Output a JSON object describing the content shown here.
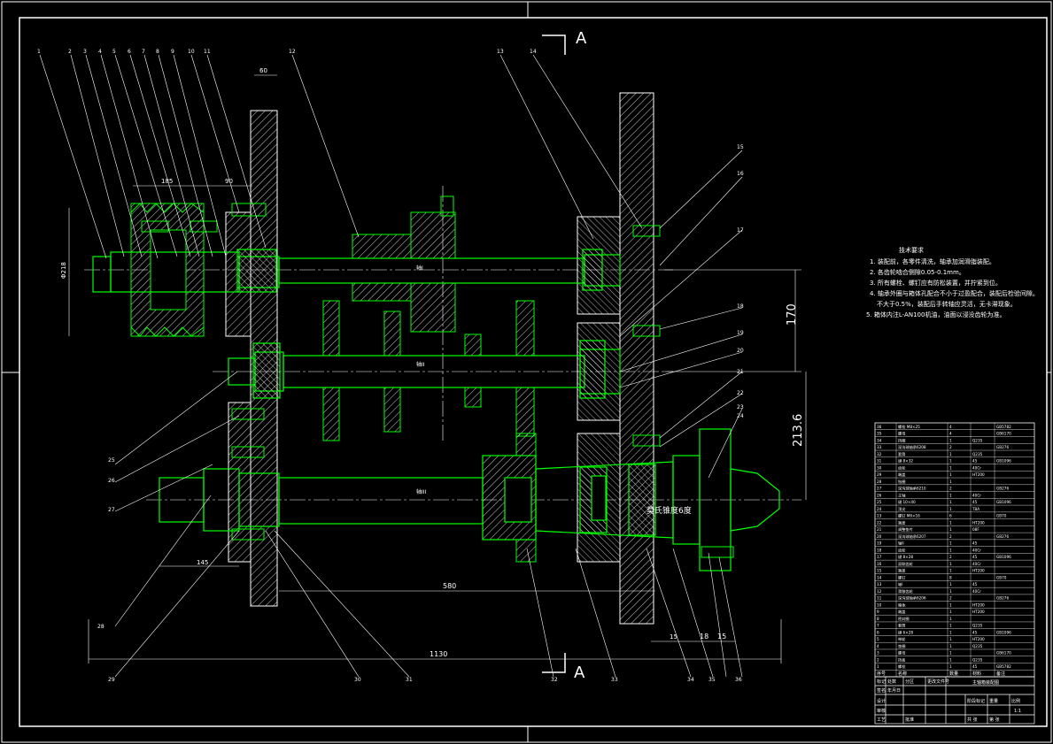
{
  "section_marks": {
    "top": "A",
    "bottom": "A"
  },
  "dimensions": {
    "d1": "170",
    "d2": "213.6",
    "d3": "580",
    "d4": "1130",
    "d5": "18",
    "d6": "15",
    "d7": "60",
    "d8": "185",
    "d9": "90",
    "d10": "Φ218",
    "d11": "145",
    "d12": "15"
  },
  "shaft_labels": {
    "s1": "轴I",
    "s2": "轴II",
    "s3": "轴III"
  },
  "callout_on_drawing": "莫氏锥度6度",
  "balloons_top": [
    "1",
    "2",
    "3",
    "4",
    "5",
    "6",
    "7",
    "8",
    "9",
    "10",
    "11",
    "12",
    "13",
    "14"
  ],
  "balloons_right": [
    "15",
    "16",
    "17",
    "18",
    "19",
    "20",
    "21",
    "22",
    "23",
    "24"
  ],
  "balloons_bottom": [
    "25",
    "26",
    "27",
    "28",
    "29",
    "30",
    "31",
    "32",
    "33",
    "34",
    "35",
    "36"
  ],
  "notes": {
    "title": "技术要求",
    "items": [
      "1. 装配前，各零件清洗，轴承加润滑脂装配。",
      "2. 各齿轮啮合侧隙0.05-0.1mm。",
      "3. 所有螺栓、螺钉应有防松装置，并拧紧到位。",
      "4. 轴承外圈与箱体孔配合不小于过盈配合，装配后检验间隙。",
      "不大于0.5%，装配后手转轴应灵活，无卡滞现象。",
      "5. 箱体内注L-AN100机油，油面以浸没齿轮为准。"
    ]
  },
  "parts_table": {
    "rows": [
      {
        "no": "36",
        "name": "螺栓 M8×25",
        "qty": "4",
        "mat": "",
        "note": "GB5782"
      },
      {
        "no": "35",
        "name": "螺母",
        "qty": "4",
        "mat": "",
        "note": "GB6170"
      },
      {
        "no": "34",
        "name": "挡圈",
        "qty": "1",
        "mat": "Q235",
        "note": ""
      },
      {
        "no": "33",
        "name": "深沟球轴承6208",
        "qty": "2",
        "mat": "",
        "note": "GB276"
      },
      {
        "no": "32",
        "name": "套筒",
        "qty": "1",
        "mat": "Q235",
        "note": ""
      },
      {
        "no": "31",
        "name": "键 8×32",
        "qty": "1",
        "mat": "45",
        "note": "GB1096"
      },
      {
        "no": "30",
        "name": "齿轮",
        "qty": "1",
        "mat": "40Cr",
        "note": ""
      },
      {
        "no": "29",
        "name": "端盖",
        "qty": "1",
        "mat": "HT200",
        "note": ""
      },
      {
        "no": "28",
        "name": "毡圈",
        "qty": "1",
        "mat": "",
        "note": ""
      },
      {
        "no": "27",
        "name": "深沟球轴承6210",
        "qty": "2",
        "mat": "",
        "note": "GB276"
      },
      {
        "no": "26",
        "name": "主轴",
        "qty": "1",
        "mat": "40Cr",
        "note": ""
      },
      {
        "no": "25",
        "name": "键 10×40",
        "qty": "1",
        "mat": "45",
        "note": "GB1096"
      },
      {
        "no": "24",
        "name": "顶尖",
        "qty": "1",
        "mat": "T8A",
        "note": ""
      },
      {
        "no": "23",
        "name": "螺钉 M6×16",
        "qty": "6",
        "mat": "",
        "note": "GB70"
      },
      {
        "no": "22",
        "name": "端盖",
        "qty": "1",
        "mat": "HT200",
        "note": ""
      },
      {
        "no": "21",
        "name": "调整垫片",
        "qty": "1",
        "mat": "08F",
        "note": ""
      },
      {
        "no": "20",
        "name": "深沟球轴承6207",
        "qty": "2",
        "mat": "",
        "note": "GB276"
      },
      {
        "no": "19",
        "name": "轴II",
        "qty": "1",
        "mat": "45",
        "note": ""
      },
      {
        "no": "18",
        "name": "齿轮",
        "qty": "1",
        "mat": "40Cr",
        "note": ""
      },
      {
        "no": "17",
        "name": "键 8×28",
        "qty": "2",
        "mat": "45",
        "note": "GB1096"
      },
      {
        "no": "16",
        "name": "双联齿轮",
        "qty": "1",
        "mat": "40Cr",
        "note": ""
      },
      {
        "no": "15",
        "name": "端盖",
        "qty": "1",
        "mat": "HT200",
        "note": ""
      },
      {
        "no": "14",
        "name": "螺钉",
        "qty": "8",
        "mat": "",
        "note": "GB70"
      },
      {
        "no": "13",
        "name": "轴I",
        "qty": "1",
        "mat": "45",
        "note": ""
      },
      {
        "no": "12",
        "name": "滑移齿轮",
        "qty": "1",
        "mat": "40Cr",
        "note": ""
      },
      {
        "no": "11",
        "name": "深沟球轴承6206",
        "qty": "2",
        "mat": "",
        "note": "GB276"
      },
      {
        "no": "10",
        "name": "箱体",
        "qty": "1",
        "mat": "HT200",
        "note": ""
      },
      {
        "no": "9",
        "name": "端盖",
        "qty": "1",
        "mat": "HT200",
        "note": ""
      },
      {
        "no": "8",
        "name": "密封圈",
        "qty": "1",
        "mat": "",
        "note": ""
      },
      {
        "no": "7",
        "name": "套筒",
        "qty": "1",
        "mat": "Q235",
        "note": ""
      },
      {
        "no": "6",
        "name": "键 6×28",
        "qty": "1",
        "mat": "45",
        "note": "GB1096"
      },
      {
        "no": "5",
        "name": "带轮",
        "qty": "1",
        "mat": "HT200",
        "note": ""
      },
      {
        "no": "4",
        "name": "垫圈",
        "qty": "1",
        "mat": "Q235",
        "note": ""
      },
      {
        "no": "3",
        "name": "螺母",
        "qty": "1",
        "mat": "",
        "note": "GB6170"
      },
      {
        "no": "2",
        "name": "挡板",
        "qty": "1",
        "mat": "Q235",
        "note": ""
      },
      {
        "no": "1",
        "name": "螺栓",
        "qty": "1",
        "mat": "45",
        "note": "GB5782"
      }
    ],
    "header": {
      "no": "序号",
      "name": "名称",
      "qty": "数量",
      "mat": "材料",
      "note": "备注"
    }
  },
  "title_block": {
    "drawing_name": "主轴箱装配图",
    "labels": [
      "标记",
      "处数",
      "分区",
      "更改文件号",
      "签名",
      "年月日",
      "设计",
      "审核",
      "工艺",
      "批准",
      "阶段标记",
      "重量",
      "比例",
      "共 张",
      "第 张"
    ],
    "scale": "1:1"
  },
  "colors": {
    "background": "#000000",
    "frame": "#ffffff",
    "outline": "#00ff00",
    "hatch": "#ffffff",
    "dimension": "#ffffff"
  }
}
